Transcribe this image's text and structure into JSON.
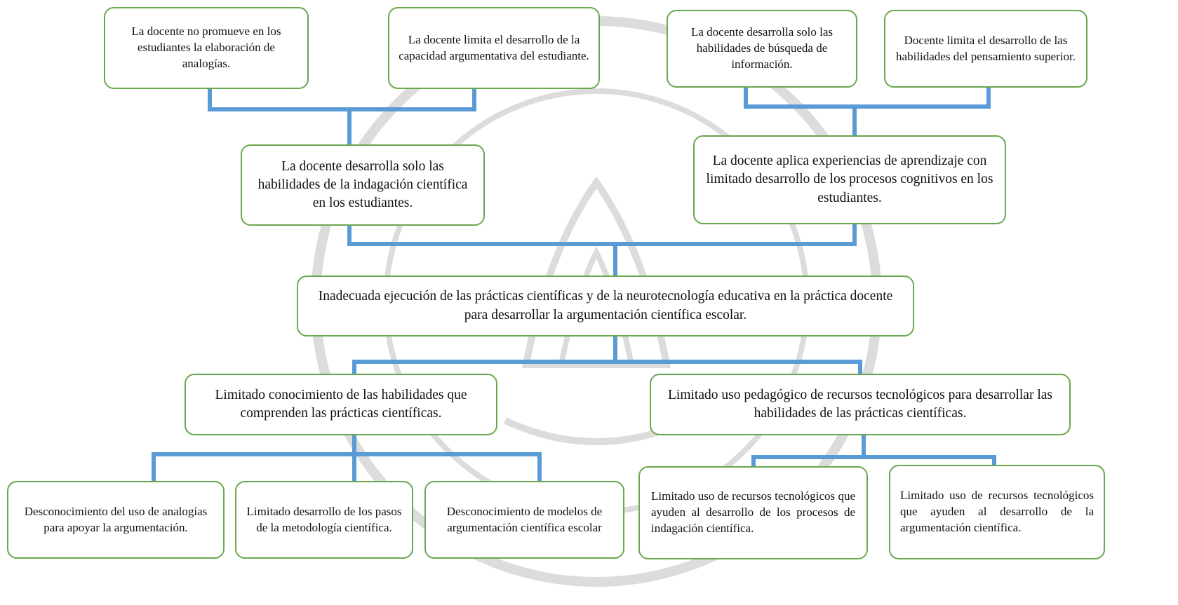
{
  "colors": {
    "box_border": "#6aa84f",
    "connector": "#5b9bd5",
    "watermark": "#d9d9d9"
  },
  "nodes": {
    "top_1": "La docente no promueve en los estudiantes la elaboración de analogías.",
    "top_2": "La docente limita el desarrollo de la capacidad argumentativa del estudiante.",
    "top_3": "La docente desarrolla solo las habilidades de búsqueda de información.",
    "top_4": "Docente limita el desarrollo de las habilidades del pensamiento superior.",
    "mid_left": "La docente desarrolla solo las habilidades de la indagación científica en los estudiantes.",
    "mid_right": "La docente aplica experiencias de aprendizaje con limitado desarrollo de los procesos cognitivos en los estudiantes.",
    "central": "Inadecuada ejecución de las prácticas científicas y de la neurotecnología educativa en la práctica docente para desarrollar la argumentación científica escolar.",
    "cause_left": "Limitado conocimiento de las habilidades que comprenden las prácticas científicas.",
    "cause_right": "Limitado uso pedagógico de recursos tecnológicos para desarrollar las habilidades de las prácticas científicas.",
    "bottom_1": "Desconocimiento del uso de analogías para apoyar la argumentación.",
    "bottom_2": "Limitado desarrollo de los pasos de la metodología científica.",
    "bottom_3": "Desconocimiento de modelos de argumentación científica escolar",
    "bottom_4": "Limitado uso de recursos tecnológicos que ayuden al desarrollo de los procesos de indagación científica.",
    "bottom_5": "Limitado uso de recursos tecnológicos que ayuden al desarrollo de la argumentación científica."
  }
}
